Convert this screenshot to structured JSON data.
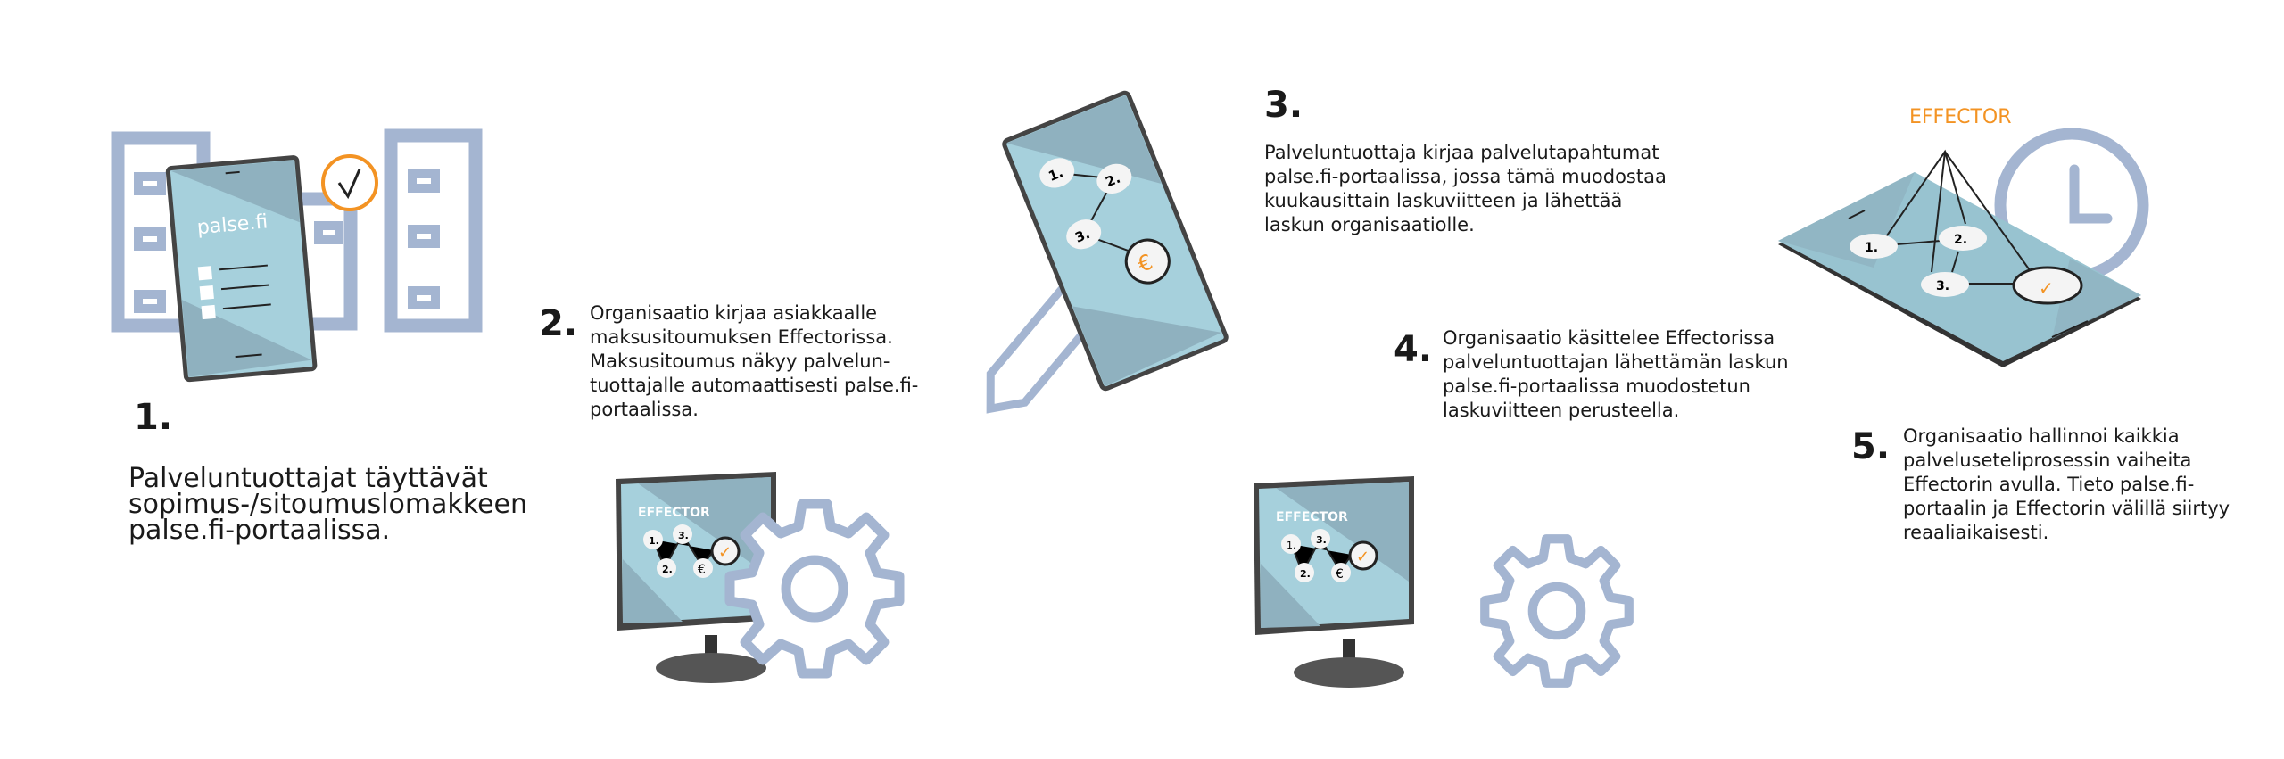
{
  "colors": {
    "accent_orange": "#f39323",
    "form_blue": "#a4b5d1",
    "screen_light": "#a6d0dc",
    "screen_dark": "#8fb1bf",
    "frame": "#444444"
  },
  "steps": [
    {
      "number": "1.",
      "text": "Palveluntuottajat täyttävät\nsopimus-/sitoumuslomakkeen\npalse.fi-portaalissa."
    },
    {
      "number": "2.",
      "text": "Organisaatio kirjaa asiakkaalle\nmaksusitoumuksen Effectorissa.\nMaksusitoumus näkyy palvelun-\ntuottajalle automaattisesti palse.fi-\nportaalissa."
    },
    {
      "number": "3.",
      "text": "Palveluntuottaja kirjaa palvelutapahtumat\npalse.fi-portaalissa, jossa tämä muodostaa\nkuukausittain laskuviitteen ja lähettää\nlaskun organisaatiolle."
    },
    {
      "number": "4.",
      "text": "Organisaatio käsittelee Effectorissa\npalveluntuottajan lähettämän laskun\npalse.fi-portaalissa muodostetun\nlaskuviitteen perusteella."
    },
    {
      "number": "5.",
      "text": "Organisaatio hallinnoi kaikkia\npalveluseteliprosessin vaiheita\nEffectorin avulla. Tieto palse.fi-\nportaalin ja Effectorin välillä siirtyy\nreaaliaikaisesti."
    }
  ],
  "illustrations": {
    "phone_brand": "palse.fi",
    "effector_brand": "EFFECTOR",
    "node_1": "1.",
    "node_2": "2.",
    "node_3": "3.",
    "euro": "€",
    "check": "✓"
  }
}
